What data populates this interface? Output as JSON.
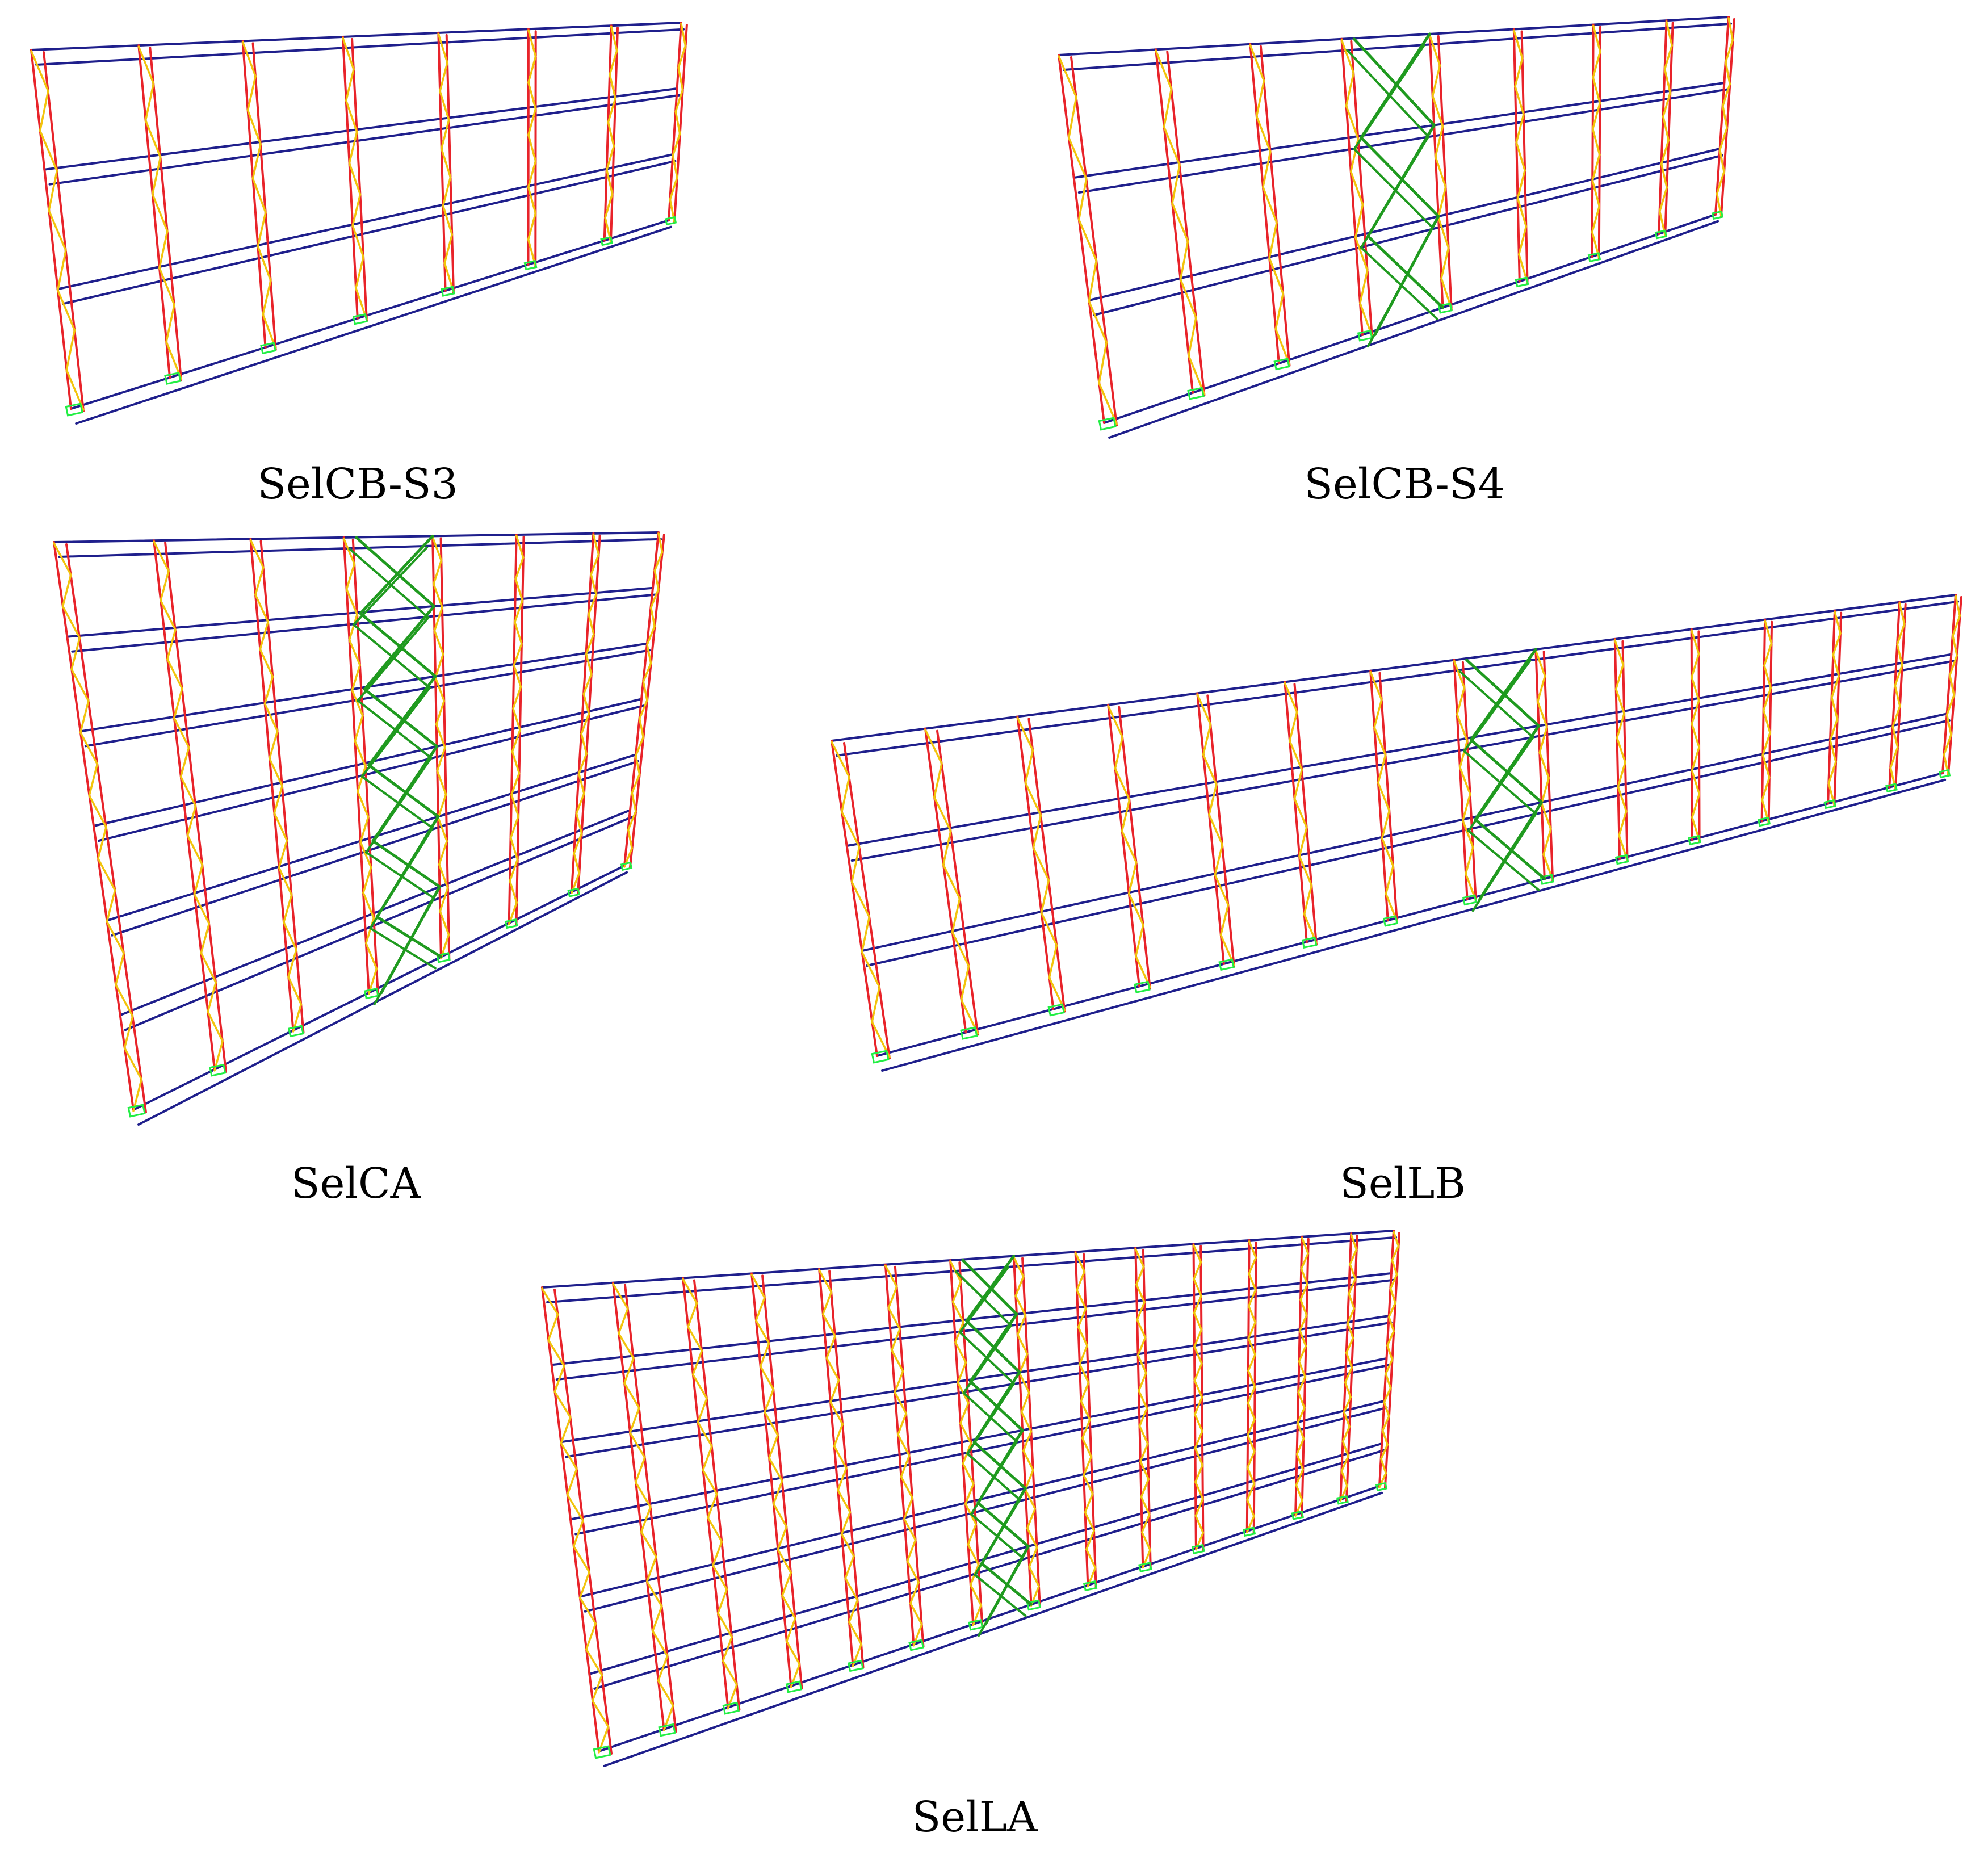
{
  "colors": {
    "background": "#ffffff",
    "post": "#e8232a",
    "diagonal": "#f2c40c",
    "ledger": "#1f1f8c",
    "cross_brace": "#1f9a1f",
    "support": "#22ee44",
    "caption": "#000000"
  },
  "models": [
    {
      "id": "selcb-s3",
      "caption": "SelCB-S3",
      "frames": 8,
      "levels": 4,
      "braced_bay": null
    },
    {
      "id": "selcb-s4",
      "caption": "SelCB-S4",
      "frames": 9,
      "levels": 4,
      "braced_bay": 3
    },
    {
      "id": "selca",
      "caption": "SelCA",
      "frames": 8,
      "levels": 7,
      "braced_bay": 3
    },
    {
      "id": "sellb",
      "caption": "SelLB",
      "frames": 15,
      "levels": 4,
      "braced_bay": 7
    },
    {
      "id": "sella",
      "caption": "SelLA",
      "frames": 15,
      "levels": 7,
      "braced_bay": 6
    }
  ]
}
